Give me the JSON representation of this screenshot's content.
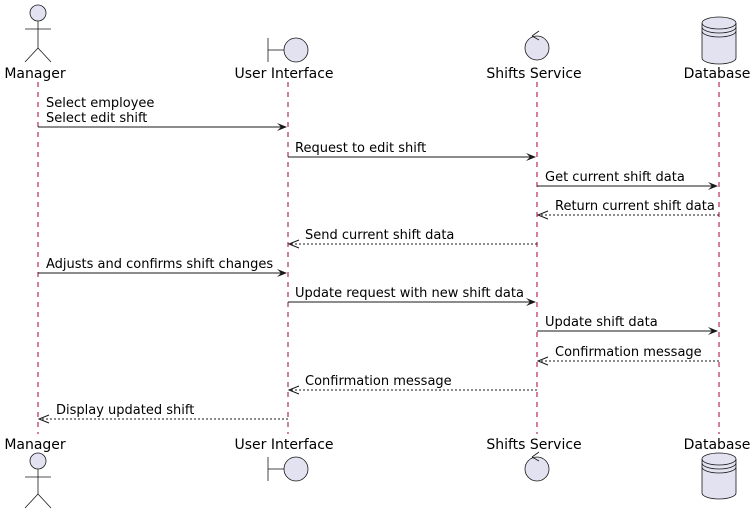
{
  "participants": [
    {
      "id": "manager",
      "label": "Manager",
      "kind": "actor"
    },
    {
      "id": "ui",
      "label": "User Interface",
      "kind": "boundary"
    },
    {
      "id": "shifts",
      "label": "Shifts Service",
      "kind": "control"
    },
    {
      "id": "db",
      "label": "Database",
      "kind": "database"
    }
  ],
  "messages": [
    {
      "from": "manager",
      "to": "ui",
      "lines": [
        "Select employee",
        "Select edit shift"
      ],
      "style": "solid"
    },
    {
      "from": "ui",
      "to": "shifts",
      "lines": [
        "Request to edit shift"
      ],
      "style": "solid"
    },
    {
      "from": "shifts",
      "to": "db",
      "lines": [
        "Get current shift data"
      ],
      "style": "solid"
    },
    {
      "from": "db",
      "to": "shifts",
      "lines": [
        "Return current shift data"
      ],
      "style": "dashed"
    },
    {
      "from": "shifts",
      "to": "ui",
      "lines": [
        "Send current shift data"
      ],
      "style": "dashed"
    },
    {
      "from": "manager",
      "to": "ui",
      "lines": [
        "Adjusts and confirms shift changes"
      ],
      "style": "solid"
    },
    {
      "from": "ui",
      "to": "shifts",
      "lines": [
        "Update request with new shift data"
      ],
      "style": "solid"
    },
    {
      "from": "shifts",
      "to": "db",
      "lines": [
        "Update shift data"
      ],
      "style": "solid"
    },
    {
      "from": "db",
      "to": "shifts",
      "lines": [
        "Confirmation message"
      ],
      "style": "dashed"
    },
    {
      "from": "shifts",
      "to": "ui",
      "lines": [
        "Confirmation message"
      ],
      "style": "dashed"
    },
    {
      "from": "ui",
      "to": "manager",
      "lines": [
        "Display updated shift"
      ],
      "style": "dashed"
    }
  ],
  "colors": {
    "lifeline": "#a80036",
    "participant_fill": "#e2e2f0",
    "stroke": "#181818"
  }
}
